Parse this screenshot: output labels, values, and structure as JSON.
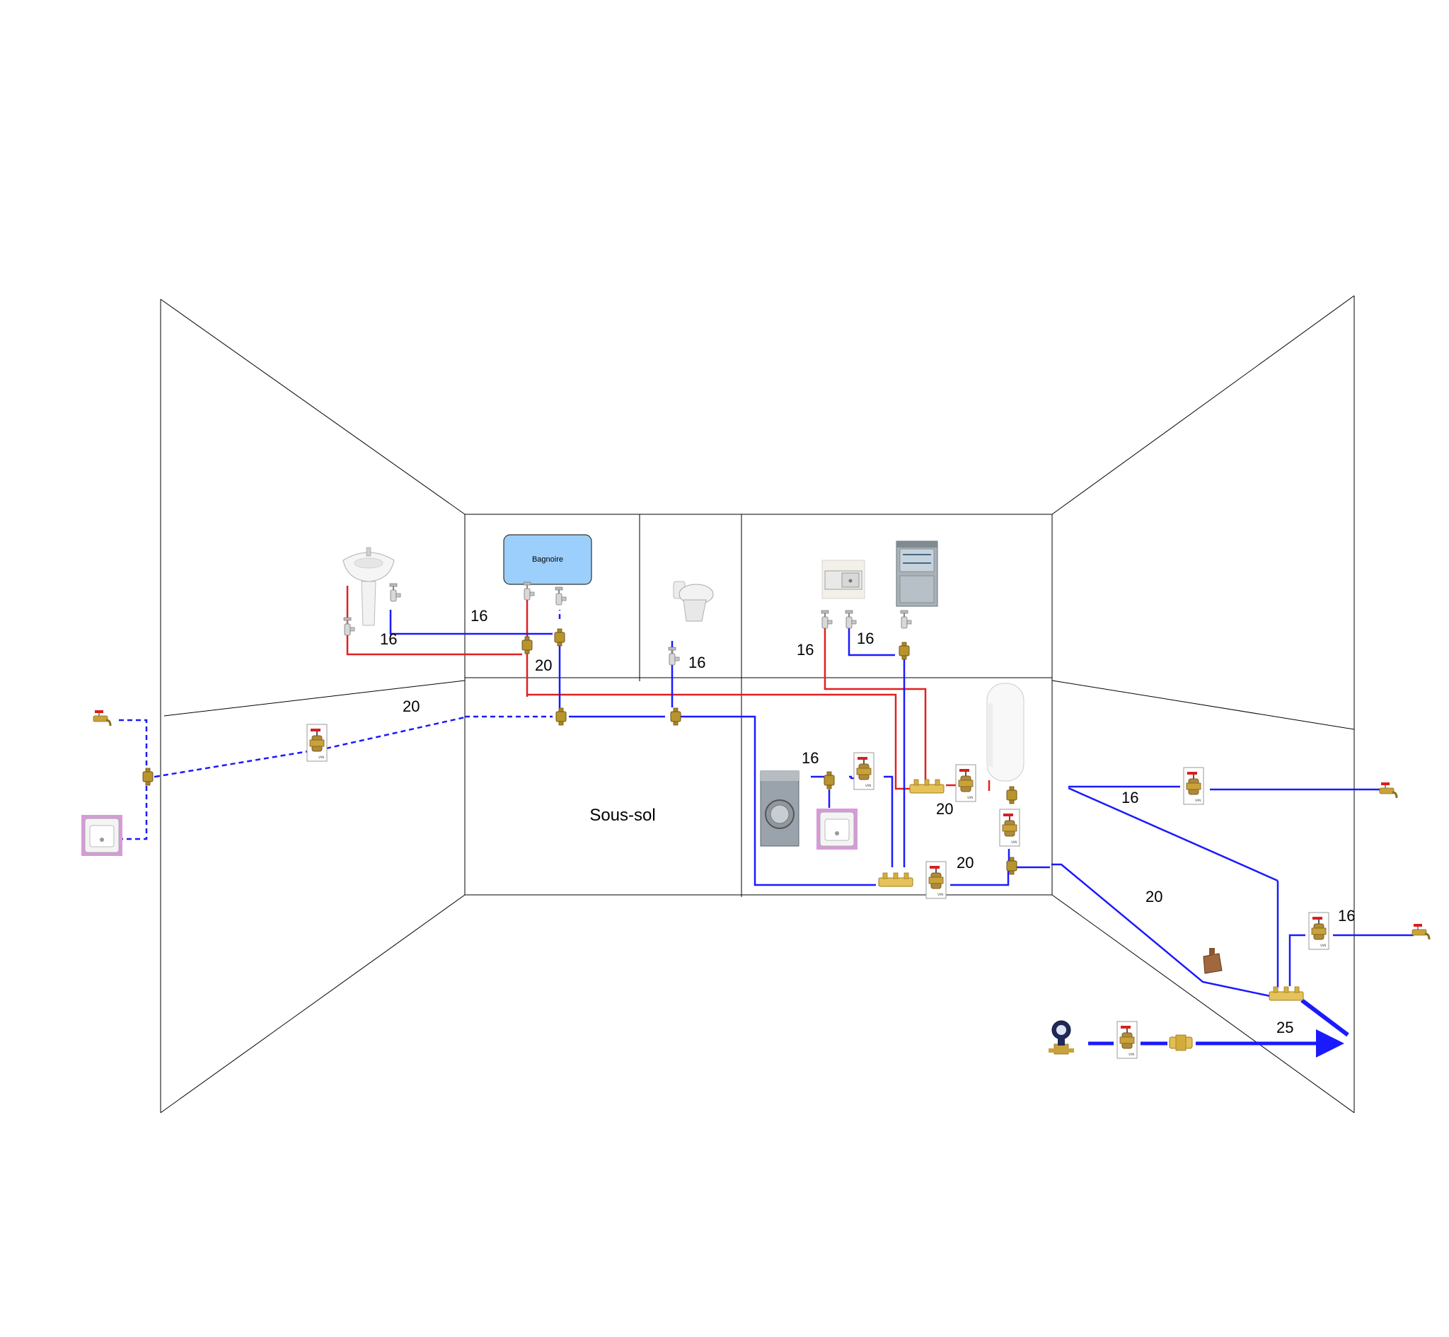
{
  "labels": {
    "tub": "Bagnoire",
    "basement": "Sous-sol"
  },
  "dimensions": {
    "d16_lavabo": "16",
    "d16_bath": "16",
    "d20_bath": "20",
    "d16_wc": "16",
    "d16_sink": "16",
    "d16_dishwasher": "16",
    "d20_left_wall": "20",
    "d16_washer": "16",
    "d20_collector_hot": "20",
    "d20_collector_cold": "20",
    "d20_pressure": "20",
    "d16_right_upper": "16",
    "d16_right_lower": "16",
    "d25_main": "25"
  },
  "colors": {
    "hot": "#e02020",
    "cold": "#1a1aff",
    "wall": "#000000",
    "brass": "#c9a23a",
    "tub_fill": "#9ccffb",
    "sink_pink": "#d79ad8"
  },
  "icons": [
    "lavabo-icon",
    "bathtub-icon",
    "toilet-icon",
    "kitchen-sink-icon",
    "dishwasher-icon",
    "washing-machine-icon",
    "water-heater-icon",
    "water-meter-icon",
    "ball-valve-icon",
    "angle-valve-icon",
    "tee-fitting-icon",
    "manifold-icon",
    "outdoor-tap-icon",
    "pressure-reducer-icon",
    "check-valve-icon",
    "utility-sink-icon"
  ]
}
